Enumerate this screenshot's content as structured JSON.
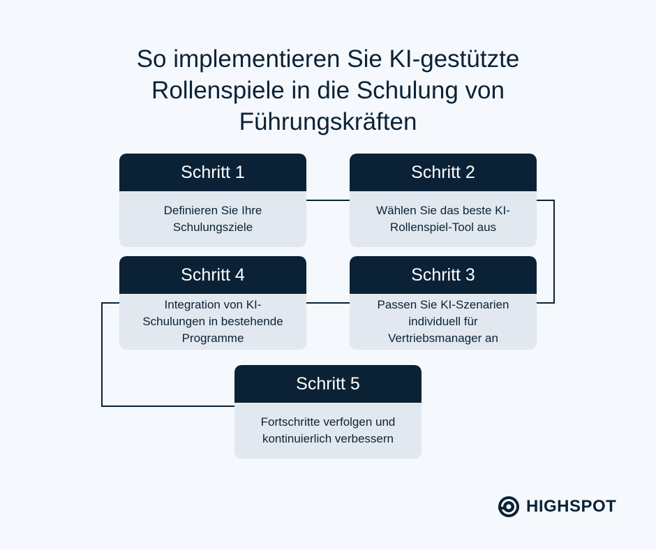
{
  "title_lines": [
    "So implementieren Sie KI-gestützte",
    "Rollenspiele in die Schulung von",
    "Führungskräften"
  ],
  "steps": [
    {
      "label": "Schritt 1",
      "text": "Definieren Sie Ihre Schulungsziele"
    },
    {
      "label": "Schritt 2",
      "text": "Wählen Sie das beste KI-Rollenspiel-Tool aus"
    },
    {
      "label": "Schritt 3",
      "text": "Passen Sie KI-Szenarien individuell für Vertriebsmanager an"
    },
    {
      "label": "Schritt 4",
      "text": "Integration von KI-Schulungen in bestehende Programme"
    },
    {
      "label": "Schritt 5",
      "text": "Fortschritte verfolgen und kontinuierlich verbessern"
    }
  ],
  "brand": {
    "name": "HIGHSPOT",
    "icon": "highspot-logo-icon"
  },
  "colors": {
    "dark": "#0b2236",
    "card": "#e2e8ef",
    "background": "#f5f8fc"
  }
}
